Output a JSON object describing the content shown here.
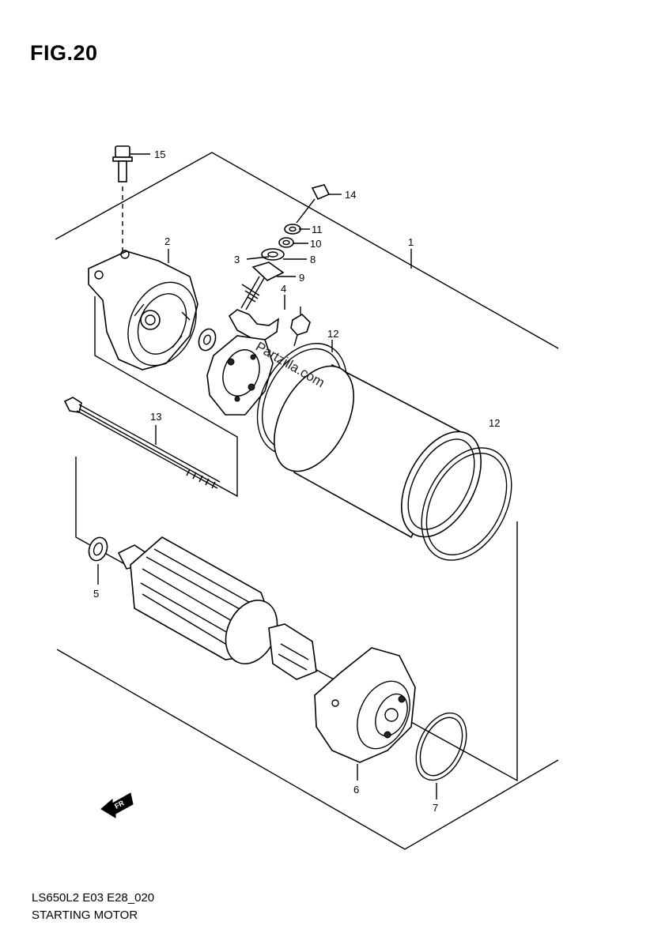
{
  "figure": {
    "title": "FIG.20"
  },
  "watermark": "Partzilla.com",
  "front_marker": "FR",
  "callouts": [
    {
      "id": "c1",
      "label": "1"
    },
    {
      "id": "c2",
      "label": "2"
    },
    {
      "id": "c3",
      "label": "3"
    },
    {
      "id": "c4",
      "label": "4"
    },
    {
      "id": "c5",
      "label": "5"
    },
    {
      "id": "c6",
      "label": "6"
    },
    {
      "id": "c7",
      "label": "7"
    },
    {
      "id": "c8",
      "label": "8"
    },
    {
      "id": "c9",
      "label": "9"
    },
    {
      "id": "c10",
      "label": "10"
    },
    {
      "id": "c11",
      "label": "11"
    },
    {
      "id": "c12a",
      "label": "12"
    },
    {
      "id": "c12b",
      "label": "12"
    },
    {
      "id": "c13",
      "label": "13"
    },
    {
      "id": "c14",
      "label": "14"
    },
    {
      "id": "c15",
      "label": "15"
    }
  ],
  "footer": {
    "code": "LS650L2 E03 E28_020",
    "title": "STARTING MOTOR"
  }
}
